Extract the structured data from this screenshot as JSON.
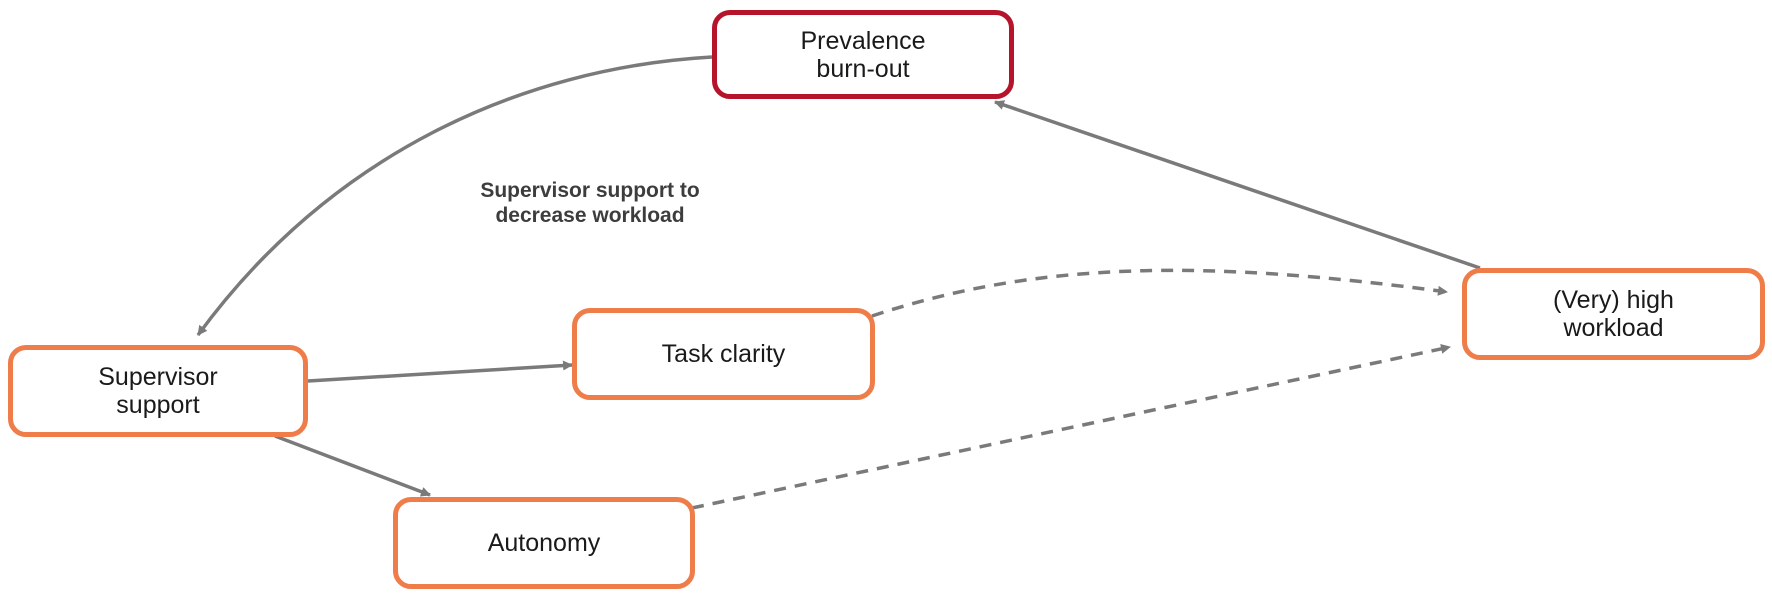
{
  "diagram": {
    "caption": "Supervisor support to\ndecrease workload",
    "nodes": {
      "prevalence_burnout": "Prevalence\nburn-out",
      "supervisor_support": "Supervisor\nsupport",
      "task_clarity": "Task clarity",
      "autonomy": "Autonomy",
      "very_high_workload": "(Very) high\nworkload"
    },
    "colors": {
      "outcome_border": "#b5142b",
      "factor_border": "#ee7d4a",
      "arrow": "#7a7a7a",
      "caption_text": "#3d3d3d"
    },
    "edges": [
      {
        "from": "prevalence_burnout",
        "to": "supervisor_support",
        "style": "solid"
      },
      {
        "from": "supervisor_support",
        "to": "task_clarity",
        "style": "solid"
      },
      {
        "from": "supervisor_support",
        "to": "autonomy",
        "style": "solid"
      },
      {
        "from": "very_high_workload",
        "to": "prevalence_burnout",
        "style": "solid"
      },
      {
        "from": "task_clarity",
        "to": "very_high_workload",
        "style": "dashed"
      },
      {
        "from": "autonomy",
        "to": "very_high_workload",
        "style": "dashed"
      }
    ]
  }
}
